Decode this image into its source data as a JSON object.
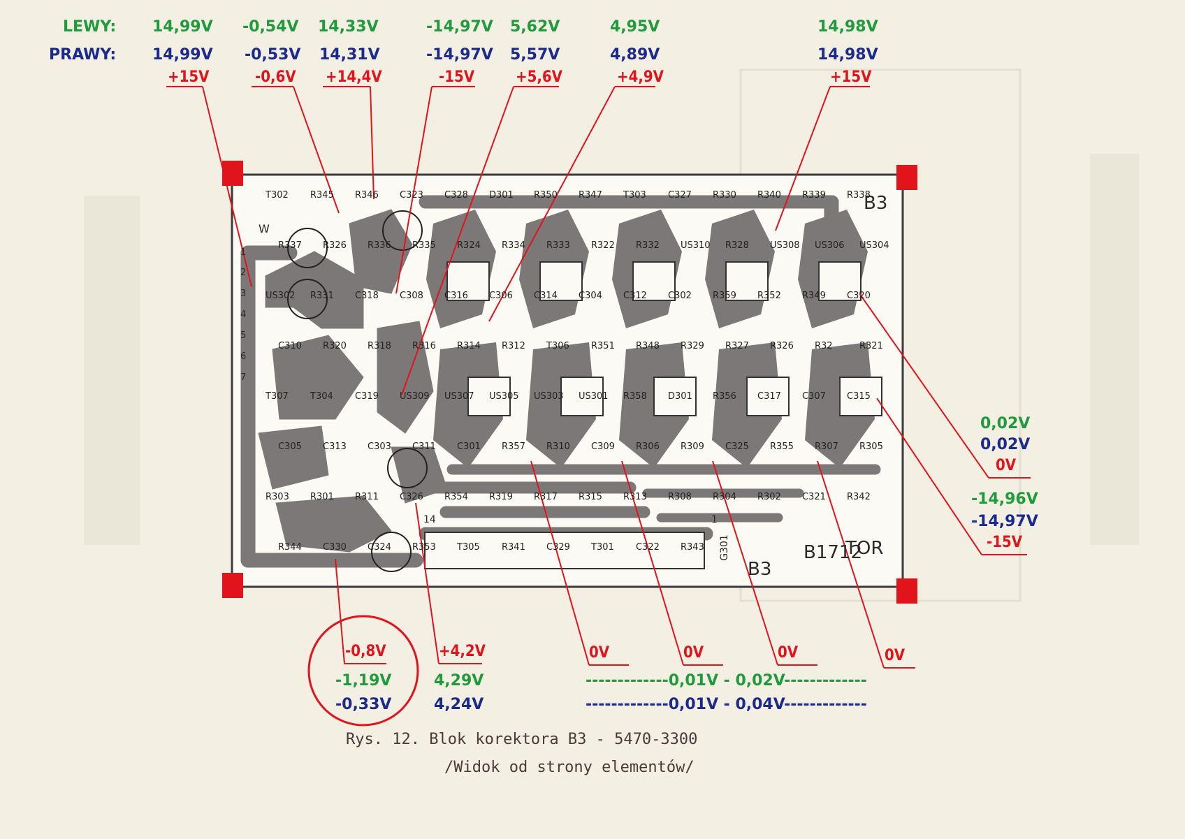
{
  "header": {
    "lewy_label": "LEWY:",
    "prawy_label": "PRAWY:",
    "lewy_values": [
      "14,99V",
      "-0,54V",
      "14,33V",
      "-14,97V",
      "5,62V",
      "4,95V",
      "14,98V"
    ],
    "prawy_values": [
      "14,99V",
      "-0,53V",
      "14,31V",
      "-14,97V",
      "5,57V",
      "4,89V",
      "14,98V"
    ],
    "nominal_values": [
      "+15V",
      "-0,6V",
      "+14,4V",
      "-15V",
      "+5,6V",
      "+4,9V",
      "+15V"
    ]
  },
  "right_side": {
    "zero_green": "0,02V",
    "zero_blue": "0,02V",
    "zero_nominal": "0V",
    "neg_green": "-14,96V",
    "neg_blue": "-14,97V",
    "neg_nominal": "-15V"
  },
  "bottom": {
    "t_nominal": "-0,8V",
    "t_green": "-1,19V",
    "t_blue": "-0,33V",
    "p_nominal": "+4,2V",
    "p_green": "4,29V",
    "p_blue": "4,24V",
    "zero_nominals": [
      "0V",
      "0V",
      "0V",
      "0V"
    ],
    "range_green": "-------------0,01V - 0,02V-------------",
    "range_blue": "-------------0,01V - 0,04V-------------"
  },
  "board": {
    "name": "B3",
    "mark": "W",
    "bottom_text_1": "B1712",
    "bottom_text_2": "TOR",
    "bottom_text_3": "B3",
    "connector": "G301",
    "pin_1": "1",
    "pin_14": "14",
    "pins": [
      "1",
      "2",
      "3",
      "4",
      "5",
      "6",
      "7"
    ],
    "components": [
      "T302",
      "R345",
      "R346",
      "C323",
      "C328",
      "D301",
      "R350",
      "R347",
      "T303",
      "C327",
      "R330",
      "R340",
      "R339",
      "R338",
      "R337",
      "R326",
      "R336",
      "R335",
      "R324",
      "R334",
      "R333",
      "R322",
      "R332",
      "US310",
      "R328",
      "US308",
      "US306",
      "US304",
      "US302",
      "R331",
      "C318",
      "C308",
      "C316",
      "C306",
      "C314",
      "C304",
      "C312",
      "C302",
      "R359",
      "R352",
      "R349",
      "C320",
      "C310",
      "R320",
      "R318",
      "R316",
      "R314",
      "R312",
      "T306",
      "R351",
      "R348",
      "R329",
      "R327",
      "R326",
      "R32",
      "R321",
      "T307",
      "T304",
      "C319",
      "US309",
      "US307",
      "US305",
      "US303",
      "US301",
      "R358",
      "D301",
      "R356",
      "C317",
      "C307",
      "C315",
      "C305",
      "C313",
      "C303",
      "C311",
      "C301",
      "R357",
      "R310",
      "C309",
      "R306",
      "R309",
      "C325",
      "R355",
      "R307",
      "R305",
      "R303",
      "R301",
      "R311",
      "C326",
      "R354",
      "R319",
      "R317",
      "R315",
      "R313",
      "R308",
      "R304",
      "R302",
      "C321",
      "R342",
      "R344",
      "C330",
      "C324",
      "R353",
      "T305",
      "R341",
      "C329",
      "T301",
      "C322",
      "R343"
    ]
  },
  "caption": {
    "line1": "Rys. 12. Blok korektora B3 - 5470-3300",
    "line2": "/Widok od strony elementów/"
  },
  "colors": {
    "paper": "#f3efe2",
    "board": "#fbfaf4",
    "trace": "#7d7878",
    "red": "#e0141a",
    "green": "#1f9a3c",
    "blue": "#1b2a8c"
  }
}
